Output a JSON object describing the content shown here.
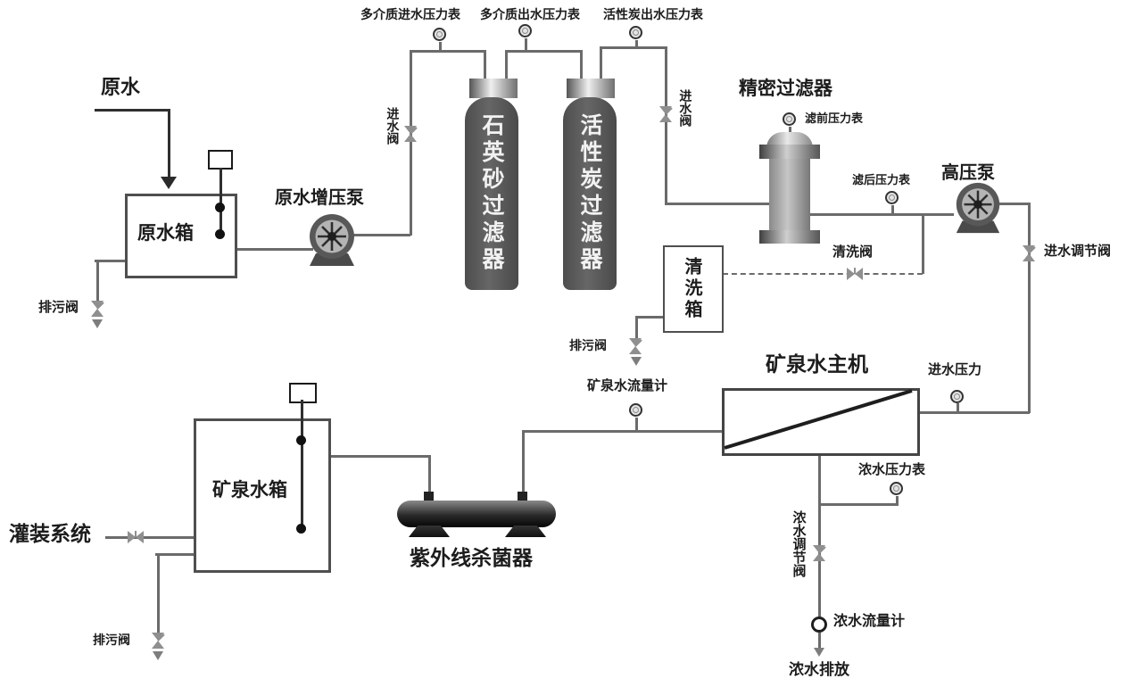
{
  "labels": {
    "raw_water": "原水",
    "raw_water_tank": "原水箱",
    "raw_booster_pump": "原水增压泵",
    "drain_valve": "排污阀",
    "inlet_valve": "进水阀",
    "mm_inlet_gauge": "多介质进水压力表",
    "mm_outlet_gauge": "多介质出水压力表",
    "ac_outlet_gauge": "活性炭出水压力表",
    "quartz_filter": "石英砂过滤器",
    "carbon_filter": "活性炭过滤器",
    "precision_filter": "精密过滤器",
    "prefilter_gauge": "滤前压力表",
    "postfilter_gauge": "滤后压力表",
    "high_pressure_pump": "高压泵",
    "cleaning_tank": "清洗箱",
    "cleaning_valve": "清洗阀",
    "inlet_regulating_valve": "进水调节阀",
    "ro_unit": "矿泉水主机",
    "inlet_pressure": "进水压力",
    "mineral_flow_meter": "矿泉水流量计",
    "concentrate_gauge": "浓水压力表",
    "concentrate_regulating_valve": "浓水调节阀",
    "concentrate_flow_meter": "浓水流量计",
    "concentrate_discharge": "浓水排放",
    "mineral_tank": "矿泉水箱",
    "filling_system": "灌装系统",
    "uv_sterilizer": "紫外线杀菌器"
  },
  "colors": {
    "pipe": "#6b6b6b",
    "tank_fill": "#595959",
    "pump_outer": "#585858",
    "pump_inner": "#b4b4b4",
    "valve": "#8f8f8f",
    "text": "#1c1c1c"
  }
}
